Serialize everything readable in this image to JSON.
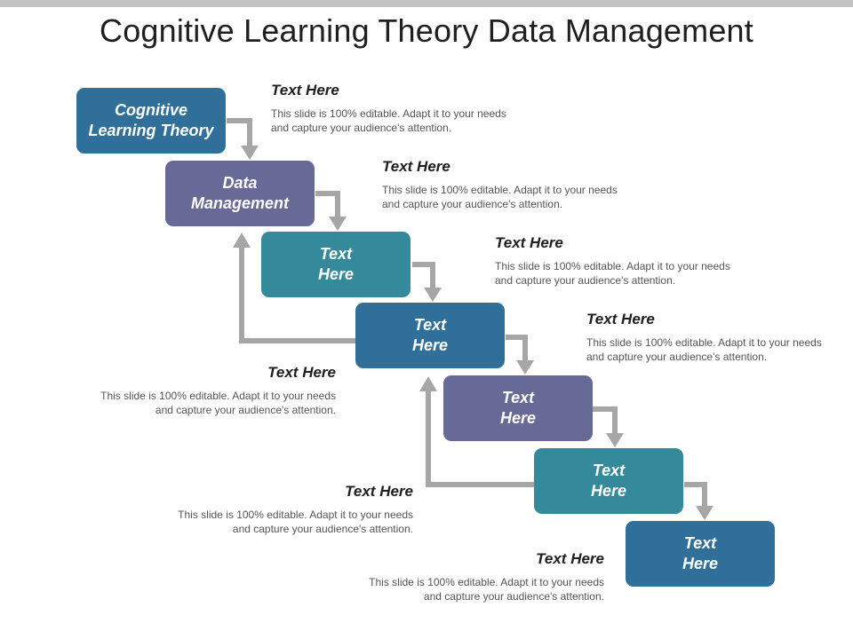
{
  "title": "Cognitive Learning Theory Data Management",
  "steps": [
    {
      "label": "Cognitive\nLearning Theory"
    },
    {
      "label": "Data\nManagement"
    },
    {
      "label": "Text\nHere"
    },
    {
      "label": "Text\nHere"
    },
    {
      "label": "Text\nHere"
    },
    {
      "label": "Text\nHere"
    },
    {
      "label": "Text\nHere"
    }
  ],
  "descriptions": [
    {
      "heading": "Text Here",
      "body": "This slide is 100% editable. Adapt it to your needs and capture your audience's attention."
    },
    {
      "heading": "Text Here",
      "body": "This slide is 100% editable. Adapt it to your needs and capture your audience's attention."
    },
    {
      "heading": "Text Here",
      "body": "This slide is 100% editable. Adapt it to your needs and capture your audience's attention."
    },
    {
      "heading": "Text Here",
      "body": "This slide is 100% editable. Adapt it to your needs and capture your audience's attention."
    },
    {
      "heading": "Text Here",
      "body": "This slide is 100% editable. Adapt it to your needs and capture your audience's attention."
    },
    {
      "heading": "Text Here",
      "body": "This slide is 100% editable. Adapt it to your needs and capture your audience's attention."
    },
    {
      "heading": "Text Here",
      "body": "This slide is 100% editable. Adapt it to your needs and capture your audience's attention."
    }
  ],
  "colors": {
    "blue": "#2f6f99",
    "purple": "#676a96",
    "teal": "#34899b",
    "connector": "#a6a6a6",
    "topbar": "#c3c3c3"
  }
}
